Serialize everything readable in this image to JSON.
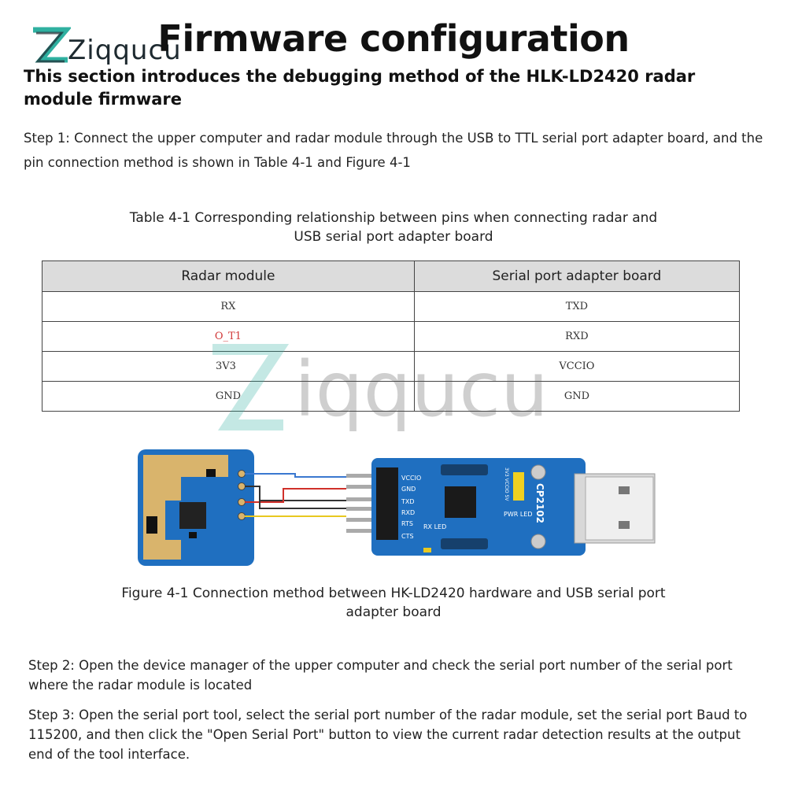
{
  "brand": {
    "name": "Ziqqucu"
  },
  "title": "Firmware configuration",
  "subtitle": "This section introduces the debugging method of the HLK-LD2420 radar module firmware",
  "step1": "Step 1: Connect the upper computer and radar module through the USB to TTL serial port adapter board, and the pin connection method is shown in Table 4-1 and Figure 4-1",
  "table_caption": "Table 4-1 Corresponding relationship between pins when connecting radar and USB serial port adapter board",
  "table": {
    "headers": [
      "Radar module",
      "Serial port adapter board"
    ],
    "rows": [
      [
        "RX",
        "TXD"
      ],
      [
        "O_T1",
        "RXD"
      ],
      [
        "3V3",
        "VCCIO"
      ],
      [
        "GND",
        "GND"
      ]
    ]
  },
  "figure": {
    "adapter_pins": [
      "VCCIO",
      "GND",
      "TXD",
      "RXD",
      "RTS",
      "CTS"
    ],
    "chip_label": "CP2102",
    "leds": [
      "RX LED",
      "PWR LED"
    ],
    "voltage_label": "3V3 VCCIO 5V"
  },
  "figure_caption": "Figure 4-1 Connection method between HK-LD2420 hardware and USB serial port adapter board",
  "step2": "Step 2: Open the device manager of the upper computer and check the serial port number of the serial port where the radar module is located",
  "step3": "Step 3: Open the serial port tool, select the serial port number of the radar module, set the serial port Baud to 115200, and then click the \"Open Serial Port\" button to view the current radar detection results at the output end of the tool interface.",
  "colors": {
    "accent_teal": "#2fb0a0",
    "pcb_blue": "#1f6fc0",
    "antenna_gold": "#d9b46c",
    "wire_blue": "#3a78d0",
    "wire_red": "#d0302a",
    "wire_yellow": "#e8c820",
    "red_text": "#d13b3b"
  }
}
